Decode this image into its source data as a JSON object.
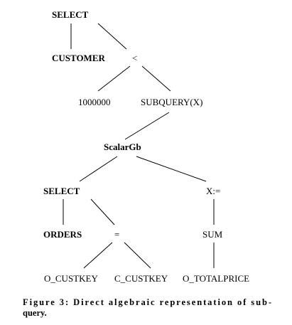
{
  "nodes": {
    "select_top": "SELECT",
    "customer": "CUSTOMER",
    "less_than": "<",
    "constant": "1000000",
    "subquery": "SUBQUERY(X)",
    "scalargb": "ScalarGb",
    "select_inner": "SELECT",
    "assign": "X:=",
    "orders": "ORDERS",
    "equals": "=",
    "sum": "SUM",
    "o_custkey": "O_CUSTKEY",
    "c_custkey": "C_CUSTKEY",
    "o_totalprice": "O_TOTALPRICE"
  },
  "caption": {
    "line1": "Figure 3:  Direct algebraic representation of sub-",
    "line2": "query."
  }
}
